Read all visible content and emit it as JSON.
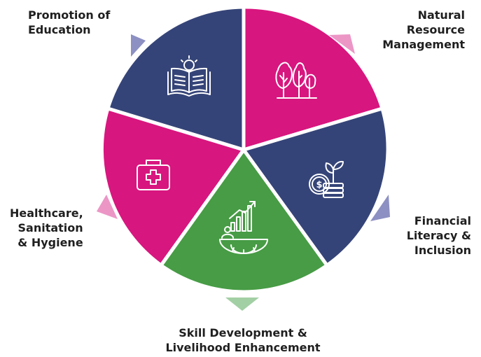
{
  "segments": [
    {
      "id": "education",
      "lines": [
        "Promotion of",
        "Education"
      ],
      "color": "#354478",
      "icon": "open-book-lightbulb-icon",
      "marker_color": "#8c90c2"
    },
    {
      "id": "nrm",
      "lines": [
        "Natural",
        "Resource",
        "Management"
      ],
      "color": "#d8167f",
      "icon": "trees-icon",
      "marker_color": "#ec96c6"
    },
    {
      "id": "finance",
      "lines": [
        "Financial",
        "Literacy &",
        "Inclusion"
      ],
      "color": "#354478",
      "icon": "coin-plant-icon",
      "marker_color": "#8c90c2"
    },
    {
      "id": "skill",
      "lines": [
        "Skill Development &",
        "Livelihood Enhancement"
      ],
      "color": "#479c45",
      "icon": "growth-gear-icon",
      "marker_color": "#a3cfa5"
    },
    {
      "id": "health",
      "lines": [
        "Healthcare,",
        "Sanitation",
        "& Hygiene"
      ],
      "color": "#d8167f",
      "icon": "first-aid-kit-icon",
      "marker_color": "#ec96c6"
    }
  ]
}
